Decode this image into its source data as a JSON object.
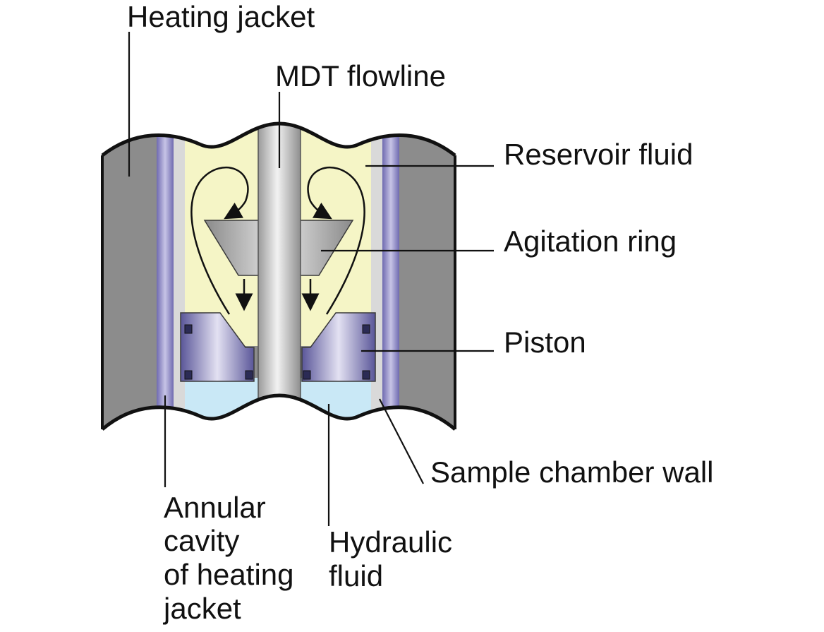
{
  "labels": {
    "heating_jacket": "Heating jacket",
    "mdt_flowline": "MDT flowline",
    "reservoir_fluid": "Reservoir fluid",
    "agitation_ring": "Agitation ring",
    "piston": "Piston",
    "sample_chamber_wall": "Sample chamber wall",
    "annular_cavity": [
      "Annular",
      "cavity",
      "of heating",
      "jacket"
    ],
    "hydraulic_fluid": [
      "Hydraulic",
      "fluid"
    ]
  },
  "colors": {
    "jacket_gray": "#8c8c8c",
    "annular_purple": "#8a86c2",
    "chamber_wall": "#d9d9d9",
    "reservoir_fluid": "#f5f5c6",
    "hydraulic_fluid": "#c9e8f6",
    "piston_purple": "#6e6ab0",
    "ring_gray": "#a8a8a8",
    "flowline_silver": "#c8c8c8"
  }
}
